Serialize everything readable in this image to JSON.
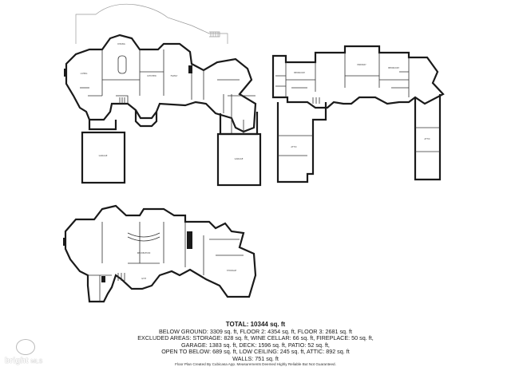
{
  "legend": {
    "total": "TOTAL: 10344 sq. ft",
    "line1": "BELOW GROUND: 3309 sq. ft, FLOOR 2: 4354 sq. ft, FLOOR 3: 2681 sq. ft",
    "line2": "EXCLUDED AREAS: STORAGE: 828 sq. ft, WINE CELLAR: 66 sq. ft, FIREPLACE: 50 sq. ft,",
    "line3": "GARAGE: 1383 sq. ft, DECK: 1596 sq. ft, PATIO: 52 sq. ft,",
    "line4": "OPEN TO BELOW: 689 sq. ft, LOW CEILING: 245 sq. ft, ATTIC: 892 sq. ft",
    "line5": "WALLS: 751 sq. ft"
  },
  "credit": "Floor Plan Created By Cubicasa App. Measurements Deemed Highly Reliable But Not Guaranteed.",
  "brand": {
    "name": "bright",
    "suffix": "MLS"
  },
  "colors": {
    "wall": "#1a1a1a",
    "background": "#ffffff"
  }
}
